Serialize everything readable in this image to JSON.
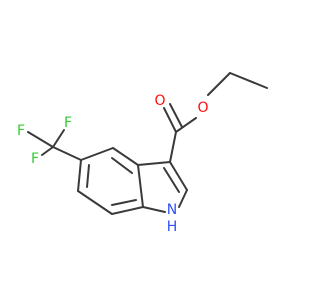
{
  "molecule": {
    "atoms": [
      {
        "id": "O1",
        "symbol": "O",
        "color": "#ff0d0d"
      },
      {
        "id": "O2",
        "symbol": "O",
        "color": "#ff0d0d"
      },
      {
        "id": "F1",
        "symbol": "F",
        "color": "#33cc33"
      },
      {
        "id": "F2",
        "symbol": "F",
        "color": "#33cc33"
      },
      {
        "id": "F3",
        "symbol": "F",
        "color": "#33cc33"
      },
      {
        "id": "N1",
        "symbol": "N",
        "color": "#3050f8"
      },
      {
        "id": "H1",
        "symbol": "H",
        "color": "#3050f8"
      }
    ],
    "bond_color": "#3a3a3a"
  }
}
